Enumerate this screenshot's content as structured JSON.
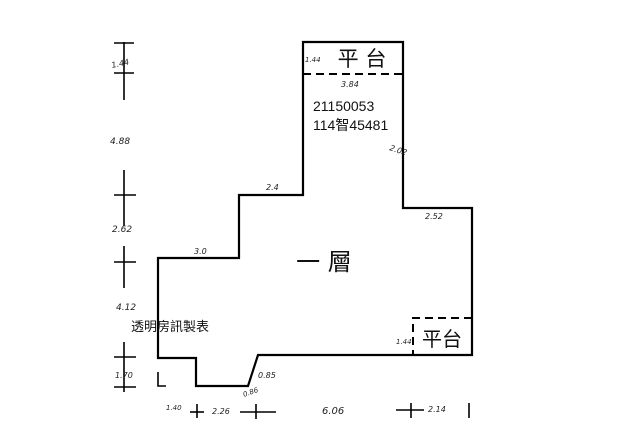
{
  "floor_label": "一 層",
  "platform_top_label": "平 台",
  "platform_right_label": "平台",
  "case_id": "21150053",
  "case_number": "114智45481",
  "watermark": "透明房訊製表",
  "dimensions": {
    "platform_top_left": "1.44",
    "platform_top_bottom": "3.84",
    "right_upper": "2.02",
    "step_top": "2.4",
    "right_step": "2.52",
    "left_step": "3.0",
    "platform_right_side": "1.44",
    "diag_a": "0.85",
    "diag_b": "0.86",
    "side_1": "1.44",
    "side_2": "4.88",
    "side_3": "2.62",
    "side_4": "4.12",
    "side_5": "1.70",
    "bottom_1": "1.40",
    "bottom_2": "2.26",
    "bottom_3": "6.06",
    "bottom_4": "2.14"
  }
}
